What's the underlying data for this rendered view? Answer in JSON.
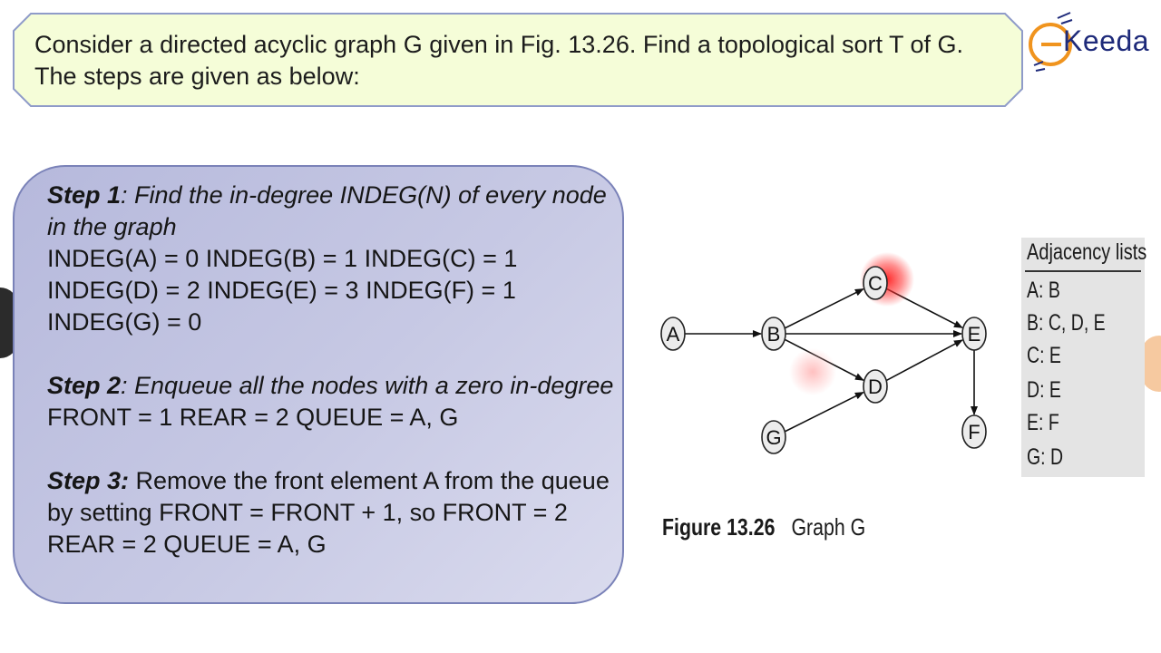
{
  "title": {
    "text": "Consider a directed acyclic graph G given in Fig. 13.26. Find a topological sort T of G. The steps are given as below:"
  },
  "logo": {
    "text": "Keeda",
    "colors": {
      "accent": "#f0941e",
      "word": "#1e2a7a"
    }
  },
  "steps": [
    {
      "title": "Step 1",
      "description": ": Find the in-degree INDEG(N) of every node in the graph",
      "lines": [
        "INDEG(A) = 0 INDEG(B) = 1 INDEG(C) = 1",
        "INDEG(D) = 2 INDEG(E) = 3 INDEG(F) = 1",
        "INDEG(G) = 0"
      ]
    },
    {
      "title": "Step 2",
      "description": ": Enqueue all the nodes with a zero in-degree",
      "body": " FRONT = 1 REAR = 2 QUEUE = A, G"
    },
    {
      "title": "Step 3",
      "separator": ":",
      "body": " Remove the front element A from the queue by setting FRONT = FRONT + 1, so FRONT = 2 REAR = 2 QUEUE = A, G"
    }
  ],
  "graph": {
    "nodes": [
      "A",
      "B",
      "C",
      "D",
      "E",
      "F",
      "G"
    ],
    "edges": [
      [
        "A",
        "B"
      ],
      [
        "B",
        "C"
      ],
      [
        "B",
        "D"
      ],
      [
        "B",
        "E"
      ],
      [
        "C",
        "E"
      ],
      [
        "D",
        "E"
      ],
      [
        "E",
        "F"
      ],
      [
        "G",
        "D"
      ]
    ]
  },
  "figure": {
    "number": "Figure 13.26",
    "label": "Graph G"
  },
  "adjacency": {
    "title": "Adjacency lists",
    "rows": [
      "A: B",
      "B: C, D, E",
      "C: E",
      "D: E",
      "E: F",
      "G: D"
    ]
  },
  "colors": {
    "banner_fill": "#f5fdd8",
    "banner_border": "#8f9bc9",
    "panel_fill": "#bfc2e0",
    "highlight": "#ff2a2a"
  }
}
